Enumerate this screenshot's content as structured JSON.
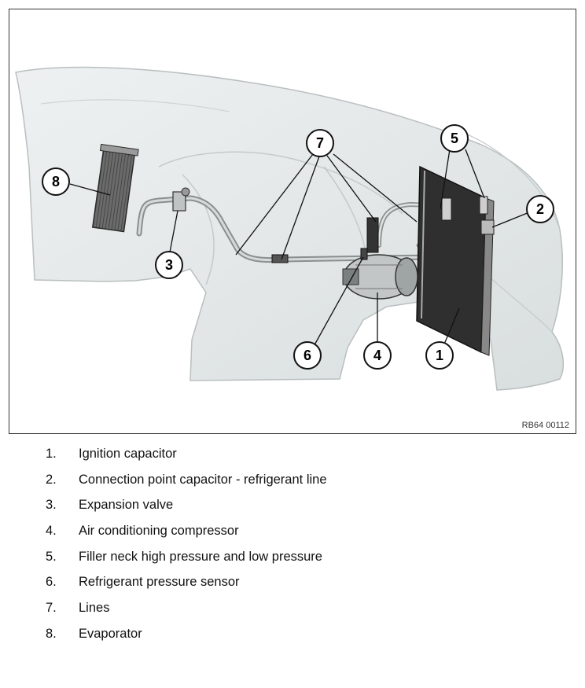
{
  "figure": {
    "reference_code": "RB64 00112",
    "callouts": [
      "1",
      "2",
      "3",
      "4",
      "5",
      "6",
      "7",
      "8"
    ]
  },
  "legend": [
    {
      "number": "1.",
      "text": "Ignition capacitor"
    },
    {
      "number": "2.",
      "text": "Connection point capacitor - refrigerant line"
    },
    {
      "number": "3.",
      "text": "Expansion valve"
    },
    {
      "number": "4.",
      "text": "Air conditioning compressor"
    },
    {
      "number": "5.",
      "text": "Filler neck high pressure and low pressure"
    },
    {
      "number": "6.",
      "text": "Refrigerant pressure sensor"
    },
    {
      "number": "7.",
      "text": "Lines"
    },
    {
      "number": "8.",
      "text": "Evaporator"
    }
  ]
}
